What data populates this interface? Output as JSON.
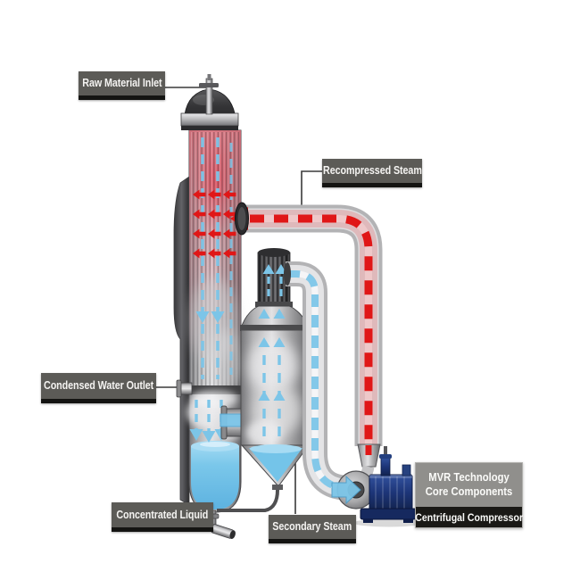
{
  "labels": {
    "raw_material_inlet": "Raw Material Inlet",
    "recompressed_steam": "Recompressed Steam",
    "condensed_water_outlet": "Condensed Water Outlet",
    "concentrated_liquid": "Concentrated Liquid",
    "secondary_steam": "Secondary Steam",
    "mvr_line1": "MVR Technology",
    "mvr_line2": "Core Components",
    "centrifugal_compressor": "Centrifugal Compressor"
  },
  "colors": {
    "steam_hot": "#e01717",
    "steam_cool": "#7cc5e8",
    "compressor_navy": "#1d3578",
    "label_bg": "#5c5b57",
    "label_bg_light": "#908f8c",
    "label_black": "#1a1916",
    "liquid": "#74c4e9"
  },
  "flows": [
    {
      "name": "recompressed-steam",
      "style": "red dashed arrows",
      "direction": "from compressor up and left into evaporator shell"
    },
    {
      "name": "secondary-steam",
      "style": "blue dashed arrows",
      "direction": "from separator top down into compressor inlet"
    },
    {
      "name": "falling-film",
      "style": "blue dashed arrows",
      "direction": "downward inside evaporator tubes"
    },
    {
      "name": "vapor-rise",
      "style": "blue arrows",
      "direction": "upward inside separator"
    },
    {
      "name": "transfer",
      "style": "blue solid arrow",
      "direction": "evaporator sump to separator"
    }
  ]
}
